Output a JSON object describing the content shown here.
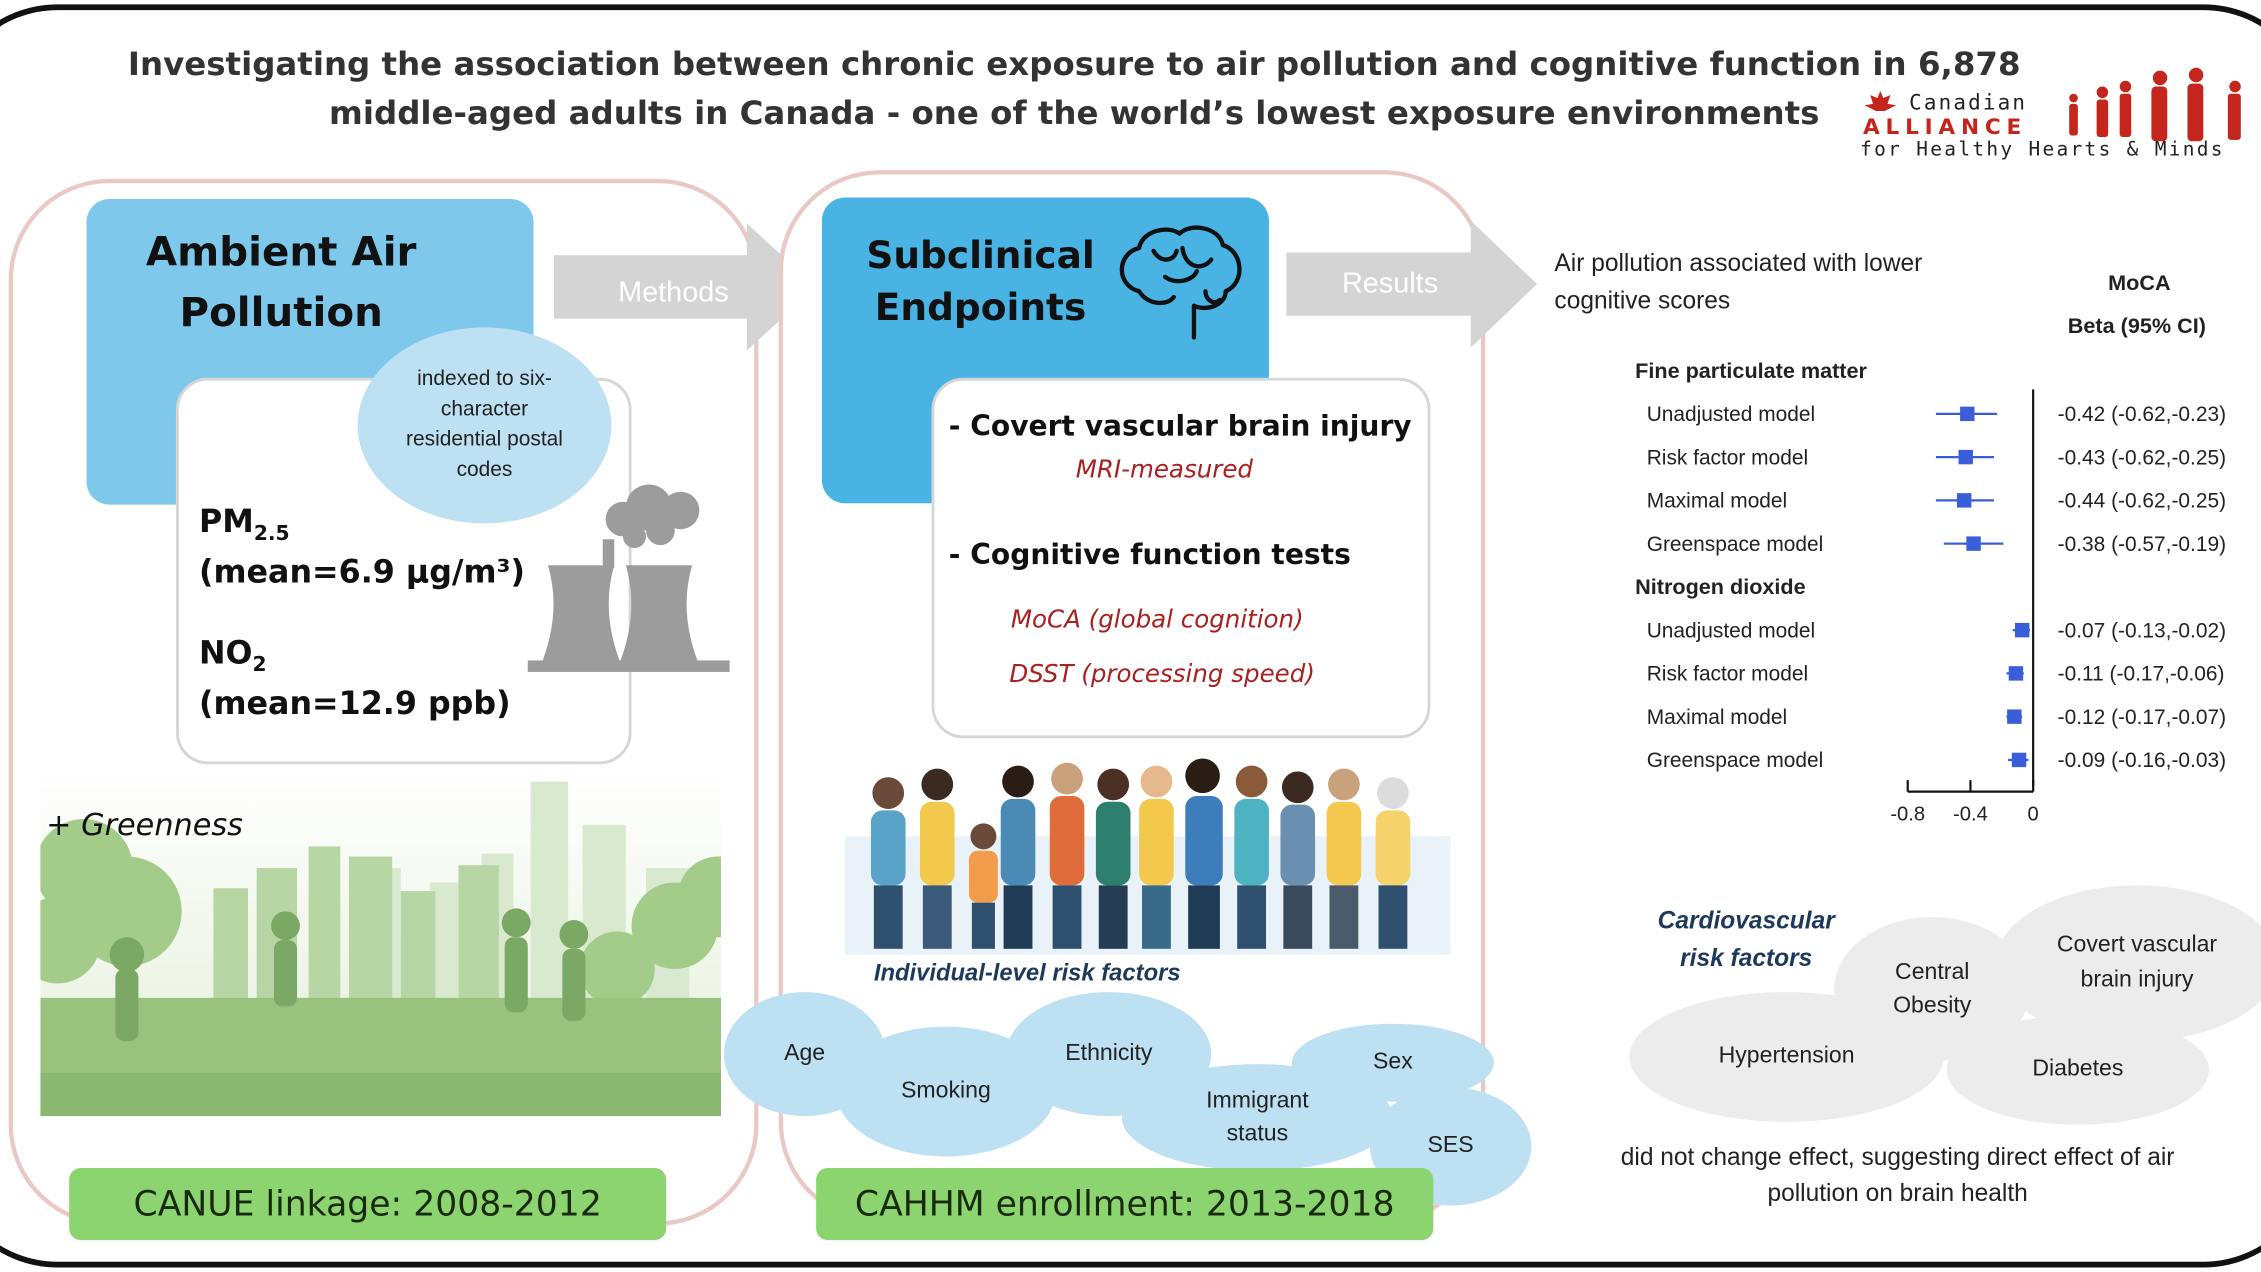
{
  "title": "Investigating the association between chronic exposure to air pollution and cognitive function in 6,878 middle-aged adults in Canada - one of the world’s lowest exposure environments",
  "logo": {
    "line1": "Canadian",
    "line2": "ALLIANCE",
    "line3": "for Healthy Hearts & Minds",
    "color": "#c4261d"
  },
  "left_panel": {
    "header": "Ambient Air Pollution",
    "bubble_text": "indexed to six-character residential postal codes",
    "pm_label": "PM",
    "pm_sub": "2.5",
    "pm_mean": "(mean=6.9 μg/m³)",
    "no2_label": "NO",
    "no2_sub": "2",
    "no2_mean": "(mean=12.9 ppb)",
    "greenness": "+ Greenness",
    "footer": "CANUE linkage: 2008-2012"
  },
  "arrows": {
    "methods": "Methods",
    "results": "Results"
  },
  "middle_panel": {
    "header": "Subclinical Endpoints",
    "item1": "- Covert vascular brain injury",
    "item1_sub": "MRI-measured",
    "item2": "- Cognitive function tests",
    "test1": "MoCA (global cognition)",
    "test2": "DSST (processing speed)",
    "risk_title": "Individual-level risk factors",
    "risk_factors": [
      "Age",
      "Smoking",
      "Ethnicity",
      "Immigrant status",
      "Sex",
      "SES"
    ],
    "footer": "CAHHM enrollment: 2013-2018"
  },
  "results": {
    "intro": "Air pollution associated with lower cognitive scores",
    "col_head1": "MoCA",
    "col_head2": "Beta (95% CI)",
    "accent": "#3a5ed8"
  },
  "chart_data": {
    "type": "forest",
    "groups": [
      {
        "name": "Fine particulate matter",
        "rows": [
          {
            "label": "Unadjusted model",
            "beta": -0.42,
            "lo": -0.62,
            "hi": -0.23,
            "text": "-0.42 (-0.62,-0.23)"
          },
          {
            "label": "Risk factor model",
            "beta": -0.43,
            "lo": -0.62,
            "hi": -0.25,
            "text": "-0.43 (-0.62,-0.25)"
          },
          {
            "label": "Maximal model",
            "beta": -0.44,
            "lo": -0.62,
            "hi": -0.25,
            "text": "-0.44 (-0.62,-0.25)"
          },
          {
            "label": "Greenspace model",
            "beta": -0.38,
            "lo": -0.57,
            "hi": -0.19,
            "text": "-0.38 (-0.57,-0.19)"
          }
        ]
      },
      {
        "name": "Nitrogen dioxide",
        "rows": [
          {
            "label": "Unadjusted model",
            "beta": -0.07,
            "lo": -0.13,
            "hi": -0.02,
            "text": "-0.07 (-0.13,-0.02)"
          },
          {
            "label": "Risk factor model",
            "beta": -0.11,
            "lo": -0.17,
            "hi": -0.06,
            "text": "-0.11 (-0.17,-0.06)"
          },
          {
            "label": "Maximal model",
            "beta": -0.12,
            "lo": -0.17,
            "hi": -0.07,
            "text": "-0.12 (-0.17,-0.07)"
          },
          {
            "label": "Greenspace model",
            "beta": -0.09,
            "lo": -0.16,
            "hi": -0.03,
            "text": "-0.09 (-0.16,-0.03)"
          }
        ]
      }
    ],
    "xticks": [
      "-0.8",
      "-0.4",
      "0"
    ],
    "xlim": [
      -0.8,
      0
    ]
  },
  "cardio": {
    "title": "Cardiovascular risk factors",
    "factors": [
      "Central Obesity",
      "Covert vascular brain injury",
      "Hypertension",
      "Diabetes"
    ],
    "conclusion": "did not change effect, suggesting direct effect of air pollution on brain health"
  }
}
